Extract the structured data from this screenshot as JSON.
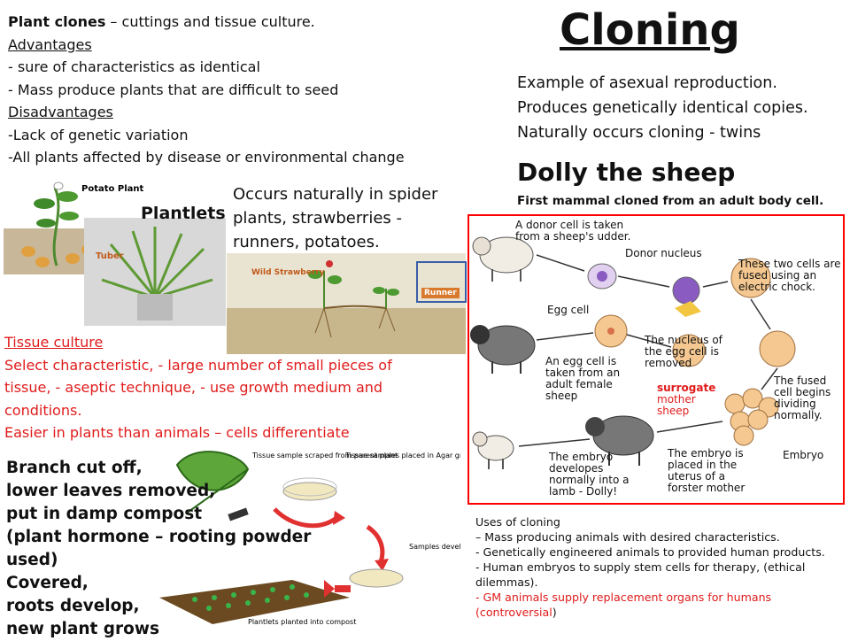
{
  "title": "Cloning",
  "plant_clones": {
    "heading_bold": "Plant clones",
    "heading_rest": " – cuttings and tissue culture.",
    "advantages_label": "Advantages",
    "advantages": [
      " - sure of characteristics as identical",
      "- Mass produce plants that are difficult to seed"
    ],
    "disadvantages_label": "Disadvantages",
    "disadvantages": [
      "-Lack of genetic variation",
      "-All plants affected by disease or environmental change"
    ]
  },
  "intro": [
    "Example of asexual reproduction.",
    "Produces genetically identical copies.",
    "Naturally occurs cloning - twins"
  ],
  "dolly": {
    "heading": "Dolly the sheep",
    "subtitle": "First mammal cloned from an adult body cell."
  },
  "plantlets": {
    "label": "Plantlets",
    "occurs": "Occurs naturally in spider plants, strawberries - runners, potatoes.",
    "potato_label": "Potato Plant",
    "tuber_label": "Tuber",
    "strawberry_label": "Wild Strawberry",
    "runner_label": "Runner"
  },
  "tissue_culture": {
    "heading": "Tissue culture",
    "body": "Select characteristic, - large number of small pieces of tissue, - aseptic technique, - use growth medium and conditions.",
    "note": "Easier in plants than animals – cells differentiate"
  },
  "branch": [
    "Branch cut off,",
    "lower leaves removed,",
    "put in damp compost",
    "(plant hormone – rooting powder used)",
    "Covered,",
    "roots develop,",
    "new plant grows"
  ],
  "tissue_diagram": {
    "sample": "Tissue sample scraped from parent plant",
    "agar": "Tissue samples placed in Agar growth medium containing nutrients and auxins",
    "develop": "Samples develop into tiny plantlets",
    "planted": "Plantlets planted into compost"
  },
  "dolly_diagram": {
    "donor_cell": "A donor cell is taken from a sheep's udder.",
    "donor_nucleus": "Donor nucleus",
    "fused": "These two cells are fused using an electric chock.",
    "egg_cell": "Egg cell",
    "nucleus_removed": "The nucleus of the egg cell is removed",
    "egg_taken": "An egg cell is taken from an adult female sheep",
    "dividing": "The fused cell begins dividing normally.",
    "surrogate": "surrogate",
    "surrogate_rest": "mother sheep",
    "embryo": "Embryo",
    "placed": "The embryo is placed in the uterus of a forster mother",
    "develops": "The embryo developes normally into a lamb - Dolly!"
  },
  "uses": {
    "heading": "Uses of cloning",
    "items": [
      "– Mass producing animals with desired characteristics.",
      "- Genetically engineered animals to provided human products.",
      "- Human embryos to supply stem cells for therapy, (ethical dilemmas)."
    ],
    "red_item": "- GM animals supply replacement organs for humans (controversial",
    "red_item_end": ")"
  },
  "colors": {
    "red": "#e01b1b",
    "box_blue": "#3b5ea8",
    "diagram_border": "#ff0000",
    "cell": "#f4c890",
    "nucleus": "#8a5cc2"
  }
}
